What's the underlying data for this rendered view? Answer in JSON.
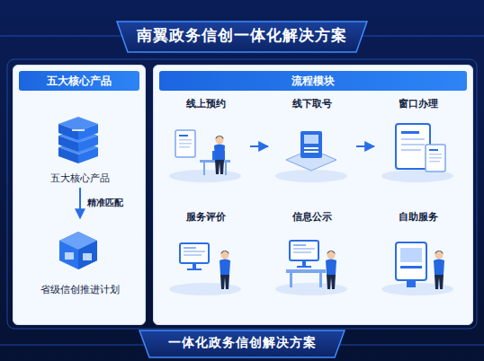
{
  "diagram": {
    "title": "南翼政务信创一体化解决方案",
    "caption": "一体化政务信创解决方案",
    "nodes": [
      {
        "text": [
          "五大核心产品"
        ]
      },
      {
        "text": [
          "五大核心产品"
        ],
        "in": 0
      },
      {
        "text": [
          "省级信创推进计划"
        ],
        "in": 0
      },
      {
        "text": [
          "流程模块"
        ]
      },
      {
        "text": [
          "线上预约"
        ],
        "in": 3
      },
      {
        "text": [
          "线下取号"
        ],
        "in": 3
      },
      {
        "text": [
          "窗口办理"
        ],
        "in": 3
      },
      {
        "text": [
          "服务评价"
        ],
        "in": 3
      },
      {
        "text": [
          "信息公示"
        ],
        "in": 3
      },
      {
        "text": [
          "自助服务"
        ],
        "in": 3
      }
    ],
    "edges": [
      {
        "from": 1,
        "to": 2,
        "arrow": "to",
        "label": "精准匹配"
      },
      {
        "from": 4,
        "to": 5,
        "arrow": "to"
      },
      {
        "from": 5,
        "to": 6,
        "arrow": "to"
      }
    ]
  }
}
